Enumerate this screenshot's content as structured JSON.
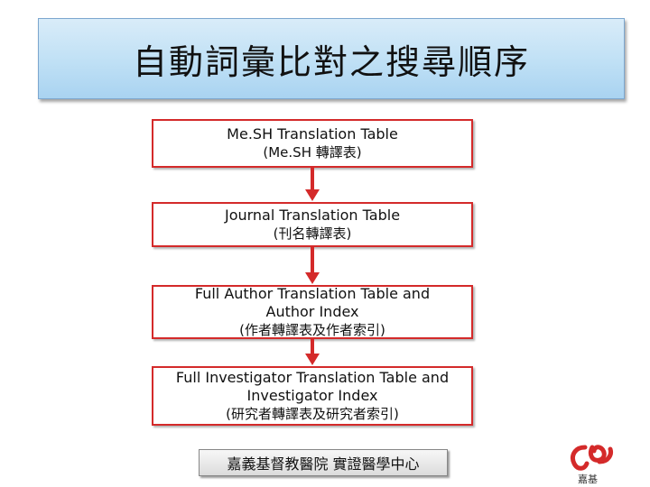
{
  "title": "自動詞彙比對之搜尋順序",
  "steps": [
    {
      "lines": [
        "Me.SH  Translation Table",
        "(Me.SH 轉譯表)"
      ]
    },
    {
      "lines": [
        "Journal Translation Table",
        "(刊名轉譯表)"
      ]
    },
    {
      "lines": [
        "Full Author Translation Table and",
        "Author Index",
        "(作者轉譯表及作者索引)"
      ]
    },
    {
      "lines": [
        "Full Investigator Translation Table and",
        "Investigator Index",
        "(研究者轉譯表及研究者索引)"
      ]
    }
  ],
  "footer": "嘉義基督教醫院  實證醫學中心",
  "logo_text": "嘉基",
  "colors": {
    "box_border": "#d42a2a",
    "arrow": "#d42a2a",
    "banner": "#bfe0f5"
  }
}
